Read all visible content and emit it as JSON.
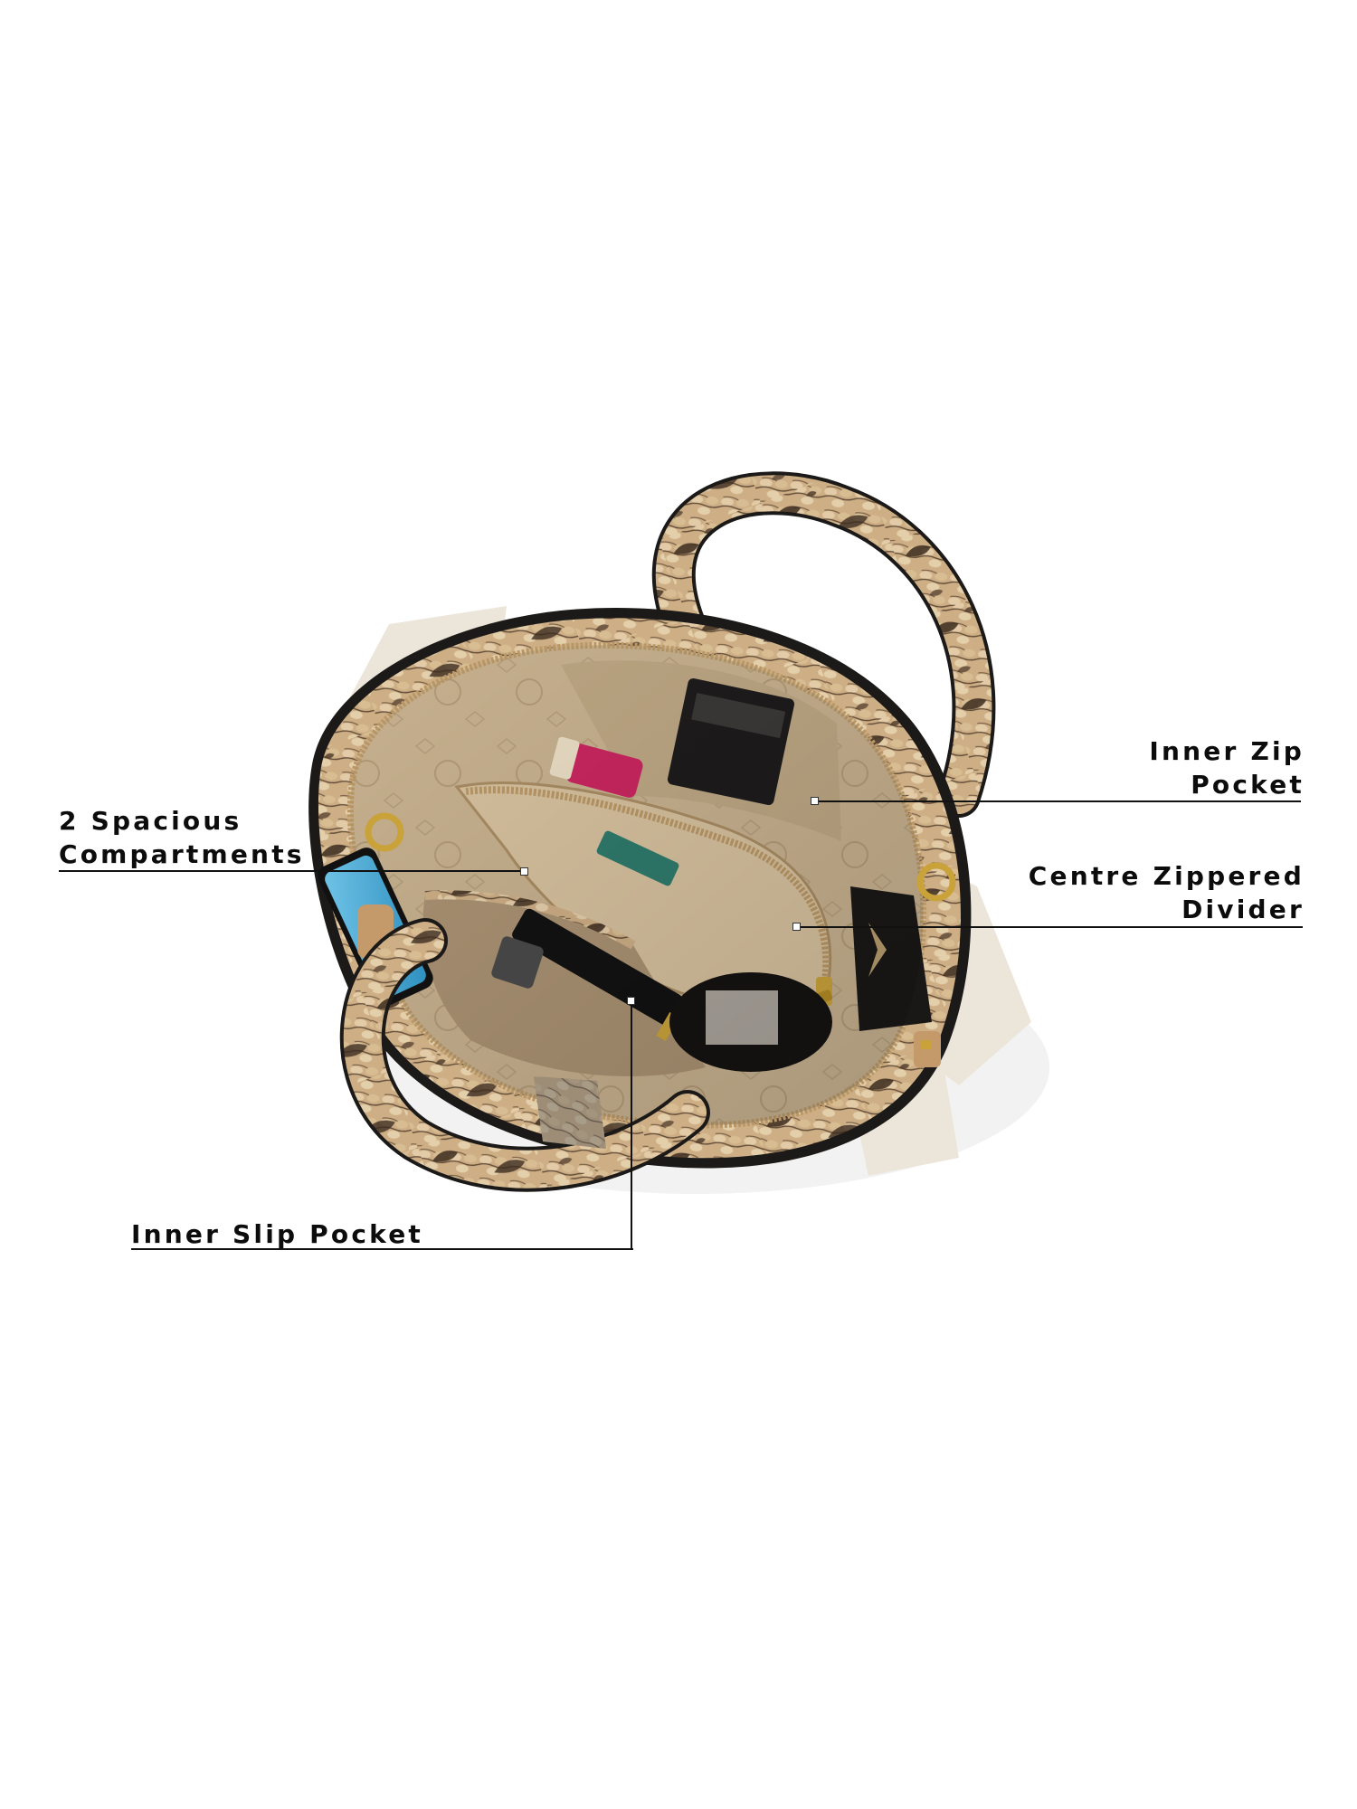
{
  "image": {
    "subject": "Snake-print handbag, top-down open view showing interior",
    "background_color": "#ffffff",
    "colors": {
      "snake_base": "#c9a97f",
      "snake_dark": "#3e2f22",
      "lining": "#c4ad8a",
      "lining_dark": "#8c7556",
      "trim_black": "#1c1a18",
      "gold_hardware": "#c9a23a",
      "zipper_tape": "#b99766",
      "cream_panel": "#ece6da",
      "leader_line": "#111111",
      "label_text": "#0c0c0c"
    }
  },
  "callouts": [
    {
      "id": "compartments",
      "lines": [
        "2 Spacious",
        "Compartments"
      ],
      "side": "left"
    },
    {
      "id": "inner-zip-pocket",
      "lines": [
        "Inner Zip",
        "Pocket"
      ],
      "side": "right"
    },
    {
      "id": "centre-zippered-divider",
      "lines": [
        "Centre Zippered",
        "Divider"
      ],
      "side": "right"
    },
    {
      "id": "inner-slip-pocket",
      "lines": [
        "Inner Slip Pocket"
      ],
      "side": "left"
    }
  ]
}
